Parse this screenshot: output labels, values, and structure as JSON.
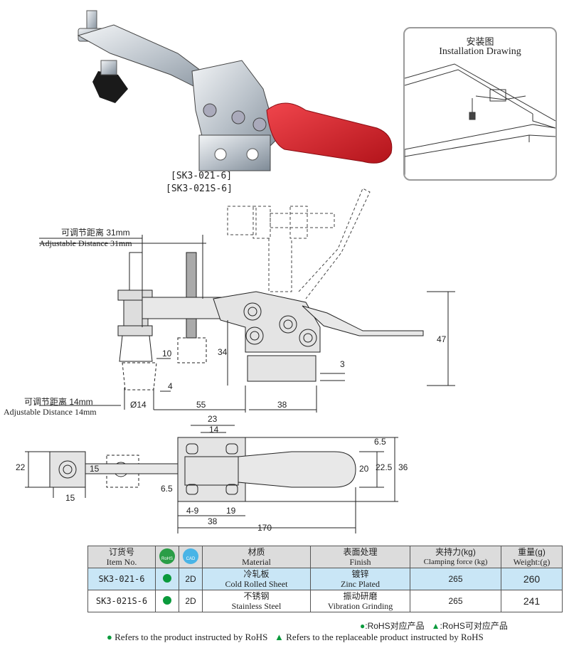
{
  "product_codes": [
    "[SK3-021-6]",
    "[SK3-021S-6]"
  ],
  "installation": {
    "title_cn": "安装图",
    "title_en": "Installation Drawing"
  },
  "adjust_top": {
    "cn": "可调节距离 31mm",
    "en": "Adjustable Distance 31mm"
  },
  "adjust_bottom": {
    "cn": "可调节距离 14mm",
    "en": "Adjustable Distance 14mm"
  },
  "side_dims": {
    "d10": "10",
    "d4": "4",
    "d34": "34",
    "d47": "47",
    "d3": "3",
    "d14": "Ø14",
    "d55": "55",
    "d38": "38"
  },
  "top_dims": {
    "d23": "23",
    "d14": "14",
    "d22": "22",
    "d15a": "15",
    "d15b": "15",
    "d65a": "6.5",
    "d65b": "6.5",
    "d20": "20",
    "d225": "22.5",
    "d36": "36",
    "d49": "4-9",
    "d19": "19",
    "d38": "38",
    "d170": "170"
  },
  "table": {
    "headers": {
      "order_cn": "订货号",
      "order_en": "Item No.",
      "rohs": "RoHS",
      "cad": "CAD",
      "material_cn": "材质",
      "material_en": "Material",
      "finish_cn": "表面处理",
      "finish_en": "Finish",
      "force_cn": "夹持力(kg)",
      "force_en": "Clamping force (kg)",
      "weight_cn": "重量(g)",
      "weight_en": "Weight:(g)"
    },
    "rows": [
      {
        "code": "SK3-021-6",
        "cad": "2D",
        "material_cn": "冷轧板",
        "material_en": "Cold Rolled Sheet",
        "finish_cn": "镀锌",
        "finish_en": "Zinc Plated",
        "force": "265",
        "weight": "260"
      },
      {
        "code": "SK3-021S-6",
        "cad": "2D",
        "material_cn": "不锈钢",
        "material_en": "Stainless Steel",
        "finish_cn": "振动研磨",
        "finish_en": "Vibration Grinding",
        "force": "265",
        "weight": "241"
      }
    ]
  },
  "legend": {
    "line1_a": ":RoHS对应产品",
    "line1_b": ":RoHS可对应产品",
    "line2_a": "Refers to the product instructed by RoHS",
    "line2_b": "Refers to the replaceable product instructed by RoHS"
  },
  "colors": {
    "handle_red": "#d8262e",
    "rohs_green": "#0a9a3c",
    "row_blue": "#c9e6f6"
  }
}
